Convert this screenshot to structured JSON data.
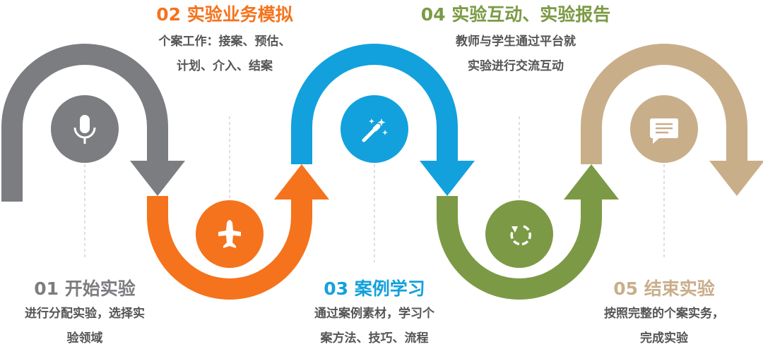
{
  "colors": {
    "step1": "#7c7d80",
    "step2": "#f5731c",
    "step3": "#12a1dc",
    "step4": "#7c9a45",
    "step5": "#c9ae8a",
    "text": "#555555",
    "guide": "#c8c8c8"
  },
  "steps": [
    {
      "title": "01 开始实验",
      "lines": [
        "进行分配实验，选择实",
        "验领域"
      ],
      "icon": "microphone-icon"
    },
    {
      "title": "02 实验业务模拟",
      "lines": [
        "个案工作：接案、预估、",
        "计划、介入、结案"
      ],
      "icon": "airplane-icon"
    },
    {
      "title": "03 案例学习",
      "lines": [
        "通过案例素材，学习个",
        "案方法、技巧、流程"
      ],
      "icon": "magic-wand-icon"
    },
    {
      "title": "04 实验互动、实验报告",
      "lines": [
        "教师与学生通过平台就",
        "实验进行交流互动"
      ],
      "icon": "refresh-icon"
    },
    {
      "title": "05 结束实验",
      "lines": [
        "按照完整的个案实务，",
        "完成实验"
      ],
      "icon": "chat-icon"
    }
  ]
}
